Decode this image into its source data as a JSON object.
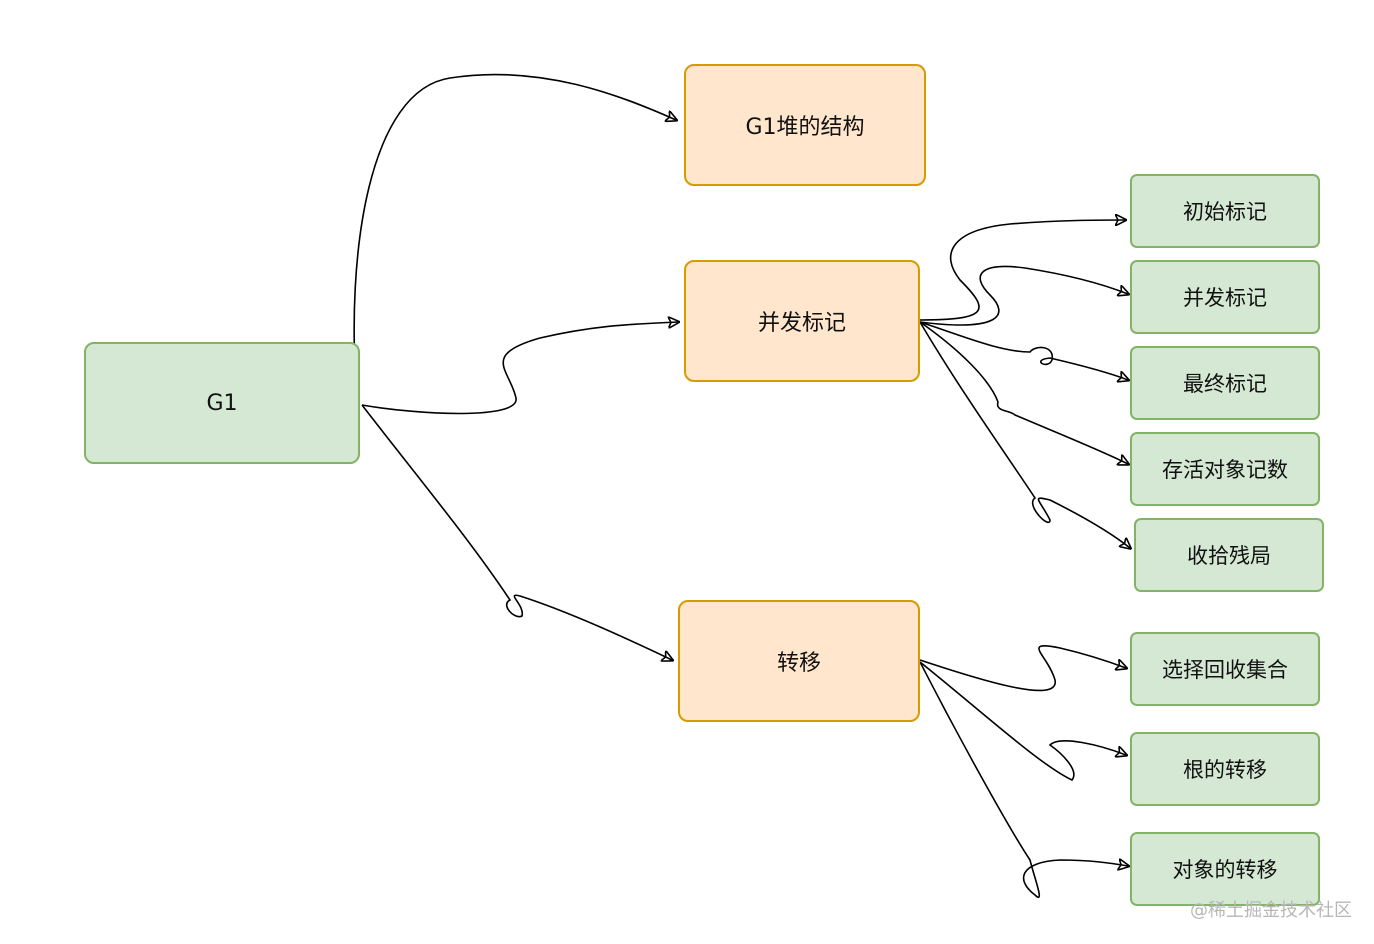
{
  "diagram": {
    "root": "G1",
    "branches": {
      "heap": "G1堆的结构",
      "marking": "并发标记",
      "evacuation": "转移"
    },
    "marking_steps": [
      "初始标记",
      "并发标记",
      "最终标记",
      "存活对象记数",
      "收拾残局"
    ],
    "evacuation_steps": [
      "选择回收集合",
      "根的转移",
      "对象的转移"
    ]
  },
  "watermark": "@稀土掘金技术社区",
  "colors": {
    "green_fill": "#d5e8d4",
    "green_border": "#82b366",
    "orange_fill": "#ffe6cc",
    "orange_border": "#d79b00"
  }
}
